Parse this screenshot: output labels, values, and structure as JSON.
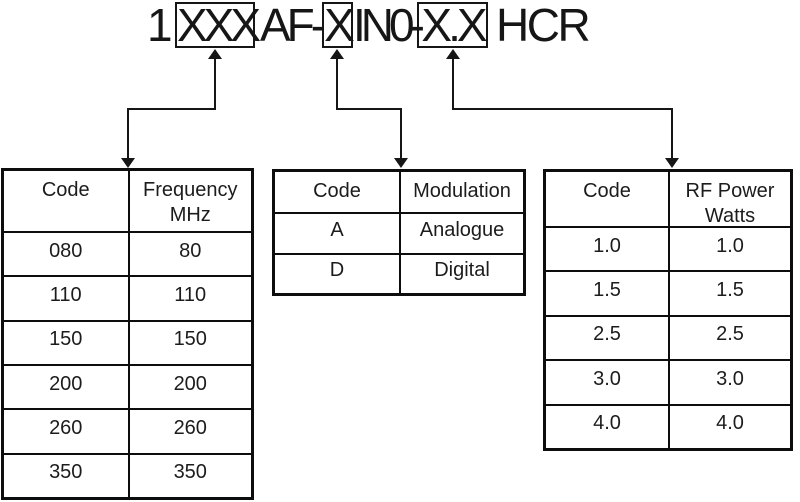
{
  "title": {
    "full": "1XXX AF-XIN0-X.X HCR",
    "prefix": "1",
    "frequency_code": "XXX",
    "seg_af": "AF-",
    "modulation_code": "X",
    "seg_in0": "IN0-",
    "power_code": "X.X",
    "suffix": "HCR"
  },
  "tables": [
    {
      "name": "frequency",
      "headers": [
        "Code",
        "Frequency\nMHz"
      ],
      "rows": [
        [
          "080",
          "80"
        ],
        [
          "110",
          "110"
        ],
        [
          "150",
          "150"
        ],
        [
          "200",
          "200"
        ],
        [
          "260",
          "260"
        ],
        [
          "350",
          "350"
        ]
      ]
    },
    {
      "name": "modulation",
      "headers": [
        "Code",
        "Modulation"
      ],
      "rows": [
        [
          "A",
          "Analogue"
        ],
        [
          "D",
          "Digital"
        ]
      ]
    },
    {
      "name": "rf-power",
      "headers": [
        "Code",
        "RF Power\nWatts"
      ],
      "rows": [
        [
          "1.0",
          "1.0"
        ],
        [
          "1.5",
          "1.5"
        ],
        [
          "2.5",
          "2.5"
        ],
        [
          "3.0",
          "3.0"
        ],
        [
          "4.0",
          "4.0"
        ]
      ]
    }
  ],
  "colors": {
    "ink": "#161616",
    "border": "#0d0d0d",
    "background": "#ffffff"
  }
}
